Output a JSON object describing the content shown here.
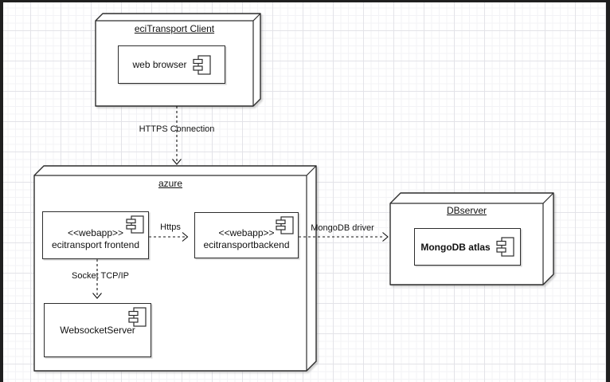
{
  "diagram": {
    "nodes": {
      "client": {
        "title": "eciTransport Client"
      },
      "azure": {
        "title": "azure"
      },
      "dbserver": {
        "title": "DBserver"
      }
    },
    "components": {
      "web_browser": {
        "label": "web browser"
      },
      "frontend": {
        "stereotype": "<<webapp>>",
        "label": "ecitransport frontend"
      },
      "backend": {
        "stereotype": "<<webapp>>",
        "label": "ecitransportbackend"
      },
      "websocket": {
        "label": "WebsocketServer"
      },
      "mongodb": {
        "label": "MongoDB atlas"
      }
    },
    "edges": {
      "https_connection": {
        "label": "HTTPS Connection"
      },
      "https": {
        "label": "Https"
      },
      "mongodb_driver": {
        "label": "MongoDB driver"
      },
      "socket": {
        "label": "Socket TCP/IP"
      }
    },
    "colors": {
      "line": "#111111",
      "shape_fill": "#ffffff",
      "grid_minor": "#f3f3f6",
      "grid_major": "#e3e3e8",
      "frame": "#1f1f1f"
    }
  }
}
